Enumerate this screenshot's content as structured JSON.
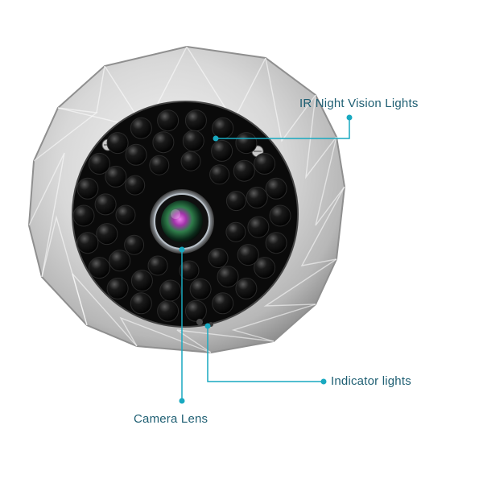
{
  "accent_color": "#19a9c0",
  "label_color": "#1f5f73",
  "callouts": {
    "ir_night_vision": "IR Night Vision Lights",
    "indicator": "Indicator lights",
    "camera_lens": "Camera Lens"
  },
  "icons": {
    "camera": "camera-lens-icon",
    "ir_led": "ir-led-icon",
    "screw": "screw-icon"
  }
}
